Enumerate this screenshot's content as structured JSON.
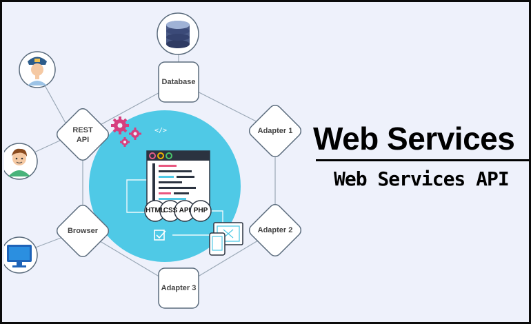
{
  "title": "Web Services",
  "subtitle": "Web Services API",
  "nodes": {
    "database": "Database",
    "rest_api": "REST\nAPI",
    "adapter1": "Adapter 1",
    "adapter2": "Adapter 2",
    "adapter3": "Adapter 3",
    "browser": "Browser"
  },
  "badges": [
    "HTML",
    "CSS",
    "API",
    "PHP"
  ],
  "code_tag": "</>",
  "colors": {
    "background": "#eef1fb",
    "hub": "#4fc9e6",
    "node_border": "#5a6b7c",
    "gear": "#d63f7e"
  },
  "icons": [
    "database-icon",
    "police-avatar-icon",
    "user-avatar-icon",
    "monitor-icon",
    "gear-icon",
    "code-window-icon",
    "device-icon",
    "checkbox-icon"
  ]
}
